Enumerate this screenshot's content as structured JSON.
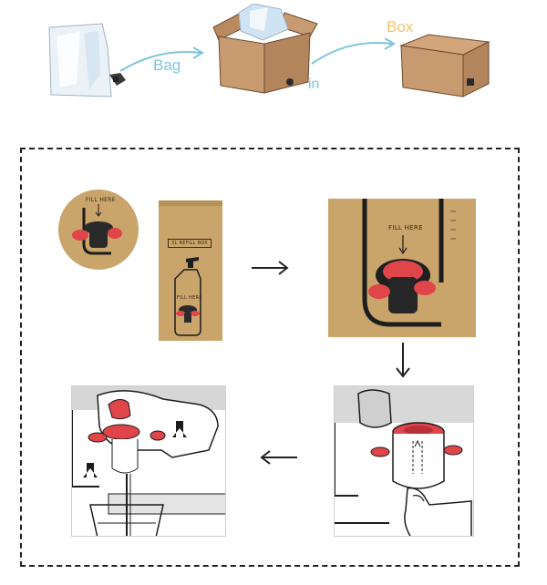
{
  "top_labels": {
    "bag": "Bag",
    "in": "in",
    "box": "Box"
  },
  "panels": {
    "box_front": {
      "banner": "3L REFILL BOX",
      "bottle_label": "FILL HERE"
    },
    "badge": {
      "label": "FILL HERE"
    },
    "closeup": {
      "label": "FILL HERE"
    }
  },
  "colors": {
    "accent_blue": "#7fc4de",
    "accent_orange": "#f2c46a",
    "kraft": "#c9a46b",
    "tap_red": "#e0454a"
  }
}
